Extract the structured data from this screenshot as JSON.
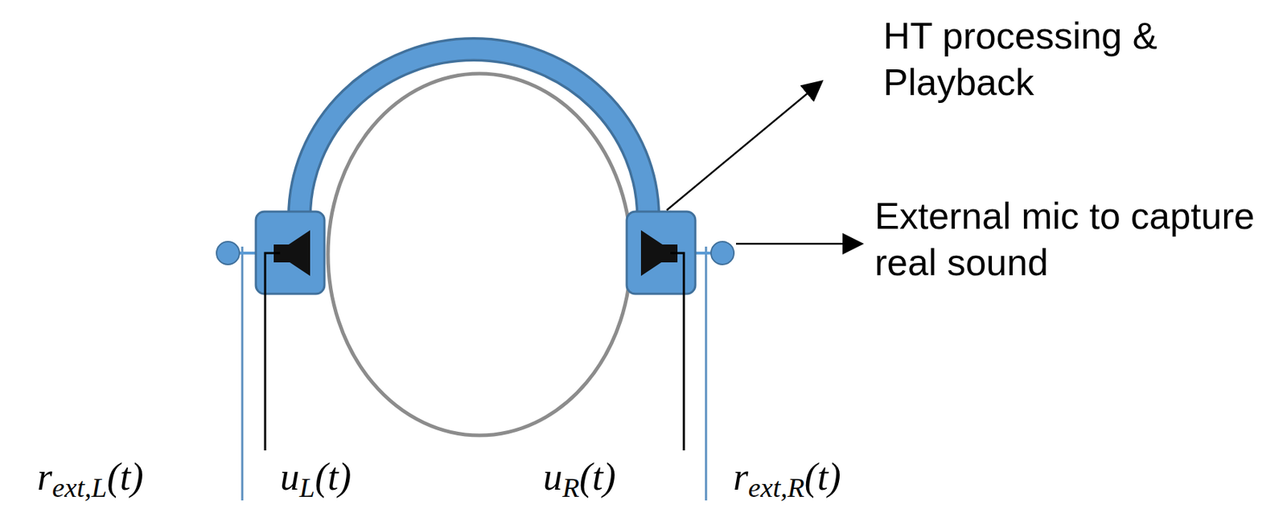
{
  "diagram": {
    "labels": [
      "HT processing & Playback",
      "External mic to capture real sound",
      "rext,L(t)",
      "uL(t)",
      "uR(t)",
      "rext,R(t)"
    ]
  }
}
